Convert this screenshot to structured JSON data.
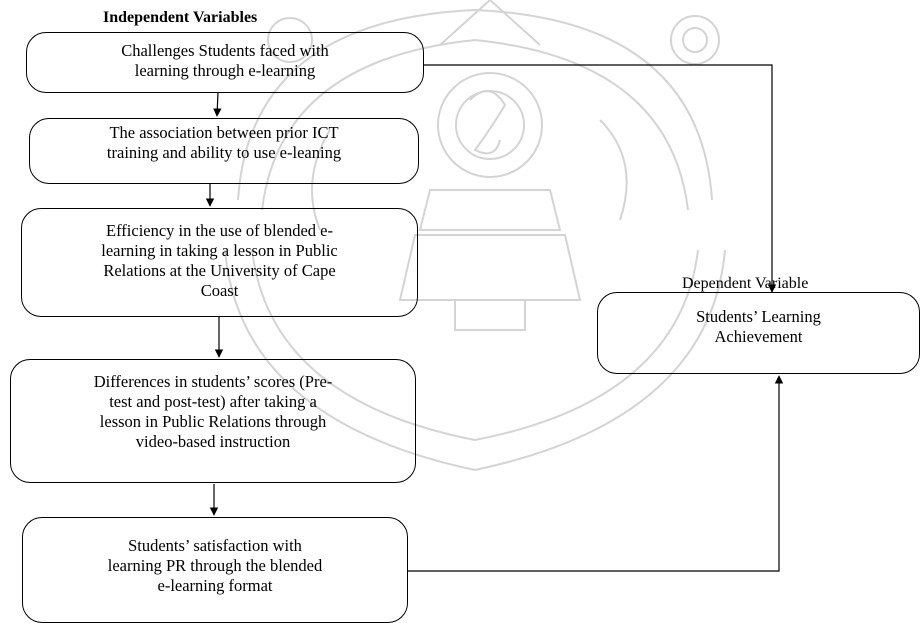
{
  "header": {
    "independent_label": "Independent Variables",
    "dependent_label": "Dependent Variable"
  },
  "boxes": [
    {
      "id": "challenges",
      "text": "Challenges Students faced with\nlearning through e-learning"
    },
    {
      "id": "ict",
      "text": "The association between prior ICT\ntraining and ability to use e-leaning"
    },
    {
      "id": "efficiency",
      "text": "Efficiency in the use of blended e-\nlearning in taking a lesson in Public\nRelations at the University of Cape\nCoast"
    },
    {
      "id": "differences",
      "text": "Differences in students’ scores (Pre-\ntest and post-test) after taking a\nlesson in Public Relations through\nvideo-based instruction"
    },
    {
      "id": "satisfaction",
      "text": "Students’ satisfaction with\nlearning PR through the blended\ne-learning format"
    },
    {
      "id": "achievement",
      "text": "Students’ Learning\nAchievement"
    }
  ],
  "watermark": {
    "color": "#d4d4d4"
  }
}
